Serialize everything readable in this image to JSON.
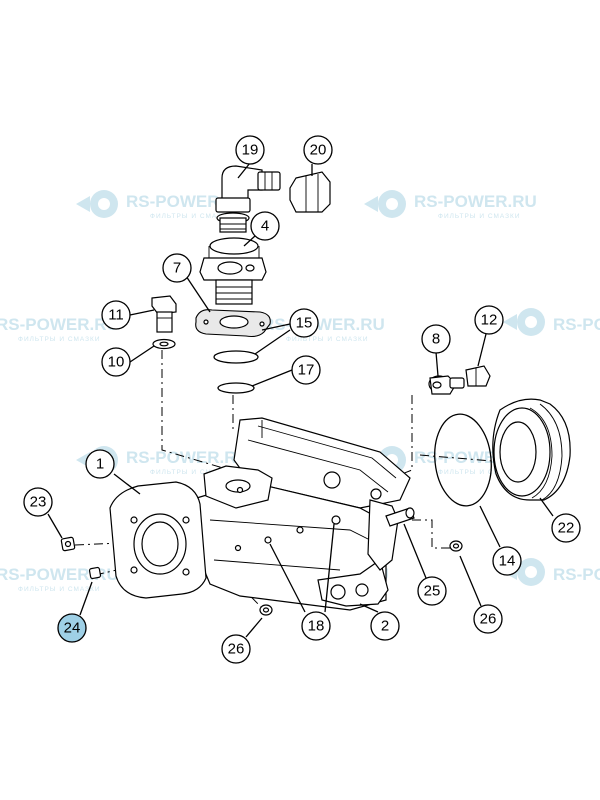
{
  "watermark": {
    "brand": "RS-POWER.RU",
    "tagline": "ФИЛЬТРЫ И СМАЗКИ",
    "color": "#cfe6ef"
  },
  "highlight_color": "#9fd0e6",
  "callouts": [
    {
      "id": "c19",
      "label": "19"
    },
    {
      "id": "c20",
      "label": "20"
    },
    {
      "id": "c4",
      "label": "4"
    },
    {
      "id": "c7",
      "label": "7"
    },
    {
      "id": "c11",
      "label": "11"
    },
    {
      "id": "c15",
      "label": "15"
    },
    {
      "id": "c10",
      "label": "10"
    },
    {
      "id": "c17",
      "label": "17"
    },
    {
      "id": "c8",
      "label": "8"
    },
    {
      "id": "c12",
      "label": "12"
    },
    {
      "id": "c1",
      "label": "1"
    },
    {
      "id": "c23",
      "label": "23"
    },
    {
      "id": "c22",
      "label": "22"
    },
    {
      "id": "c14",
      "label": "14"
    },
    {
      "id": "c25",
      "label": "25"
    },
    {
      "id": "c24",
      "label": "24",
      "highlighted": true
    },
    {
      "id": "c18",
      "label": "18"
    },
    {
      "id": "c2",
      "label": "2"
    },
    {
      "id": "c26a",
      "label": "26"
    },
    {
      "id": "c26b",
      "label": "26"
    }
  ]
}
